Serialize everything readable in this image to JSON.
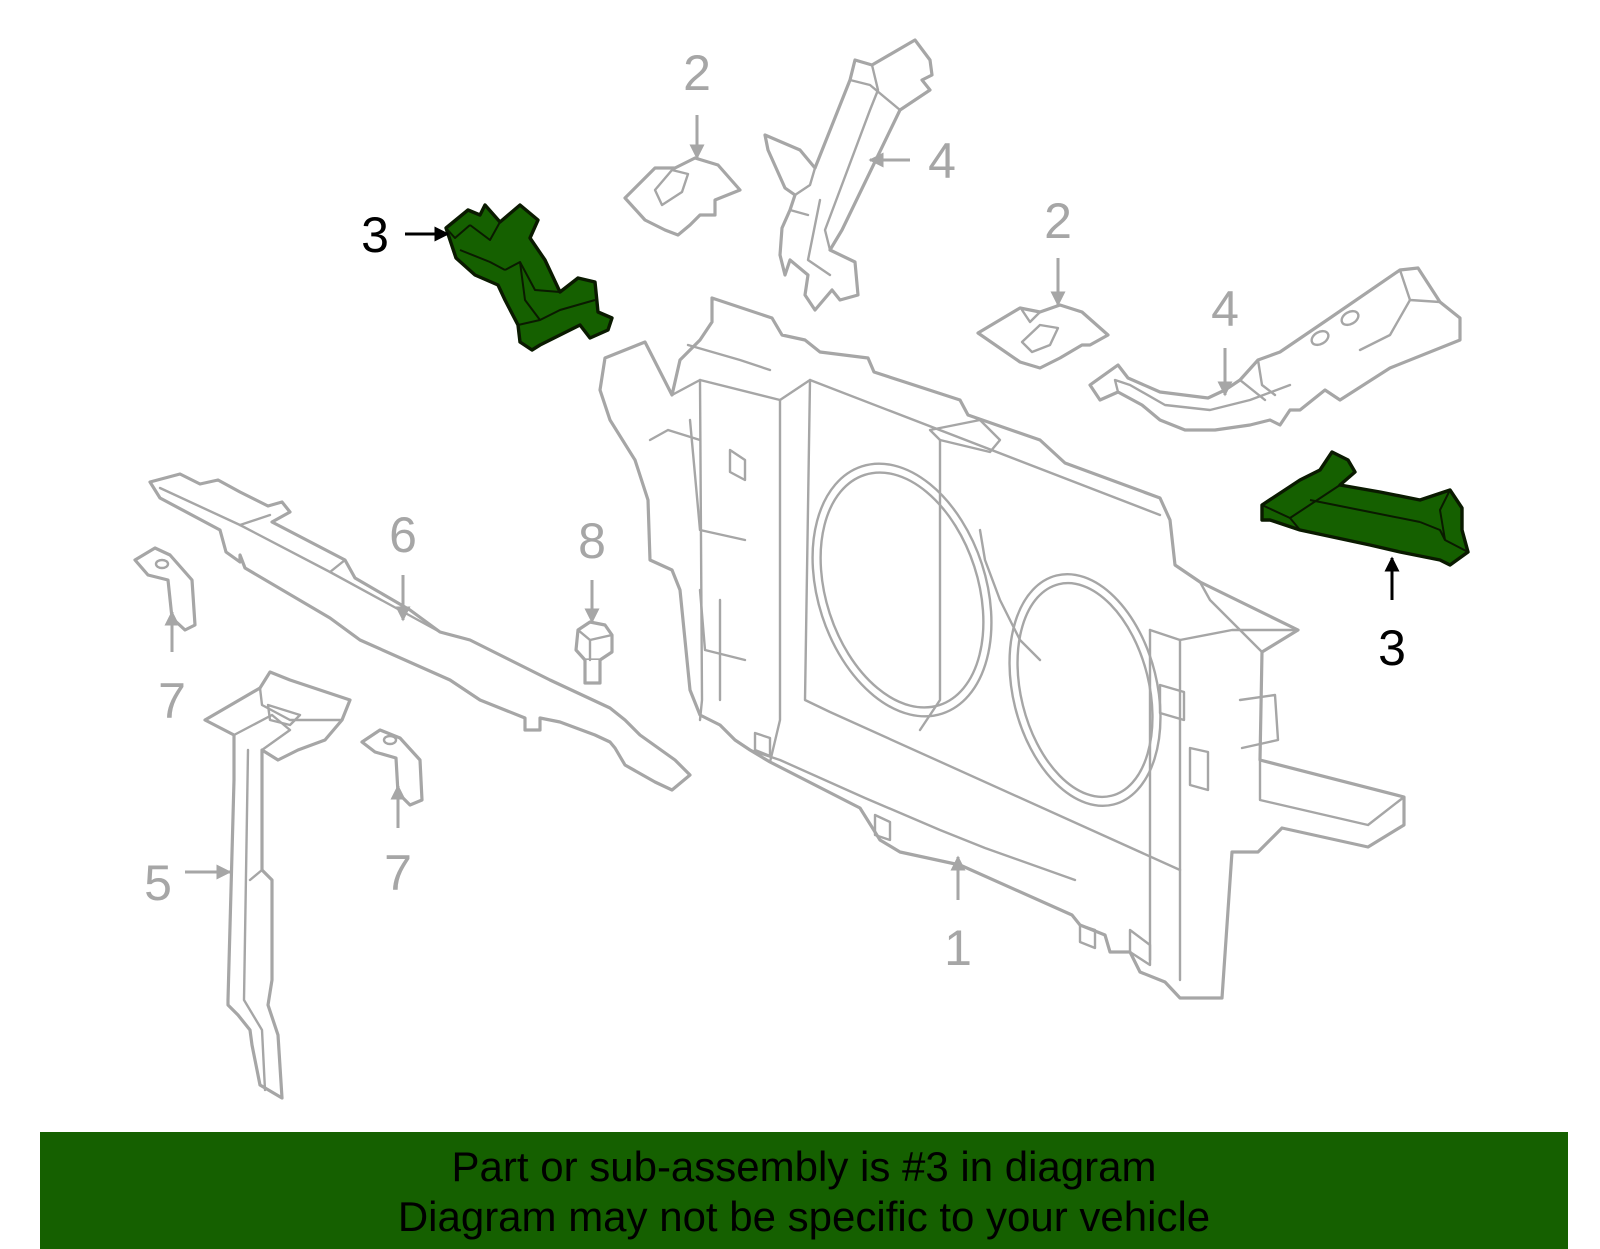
{
  "diagram": {
    "callouts": [
      {
        "id": "c2a",
        "text": "2",
        "highlighted": false
      },
      {
        "id": "c4a",
        "text": "4",
        "highlighted": false
      },
      {
        "id": "c3a",
        "text": "3",
        "highlighted": true
      },
      {
        "id": "c2b",
        "text": "2",
        "highlighted": false
      },
      {
        "id": "c4b",
        "text": "4",
        "highlighted": false
      },
      {
        "id": "c3b",
        "text": "3",
        "highlighted": true
      },
      {
        "id": "c6",
        "text": "6",
        "highlighted": false
      },
      {
        "id": "c8",
        "text": "8",
        "highlighted": false
      },
      {
        "id": "c7a",
        "text": "7",
        "highlighted": false
      },
      {
        "id": "c7b",
        "text": "7",
        "highlighted": false
      },
      {
        "id": "c5",
        "text": "5",
        "highlighted": false
      },
      {
        "id": "c1",
        "text": "1",
        "highlighted": false
      }
    ],
    "colors": {
      "highlight_fill": "#156000",
      "outline": "#a6a6a6",
      "banner_bg": "#156000"
    }
  },
  "banner": {
    "line1": "Part or sub-assembly is #3 in diagram",
    "line2": "Diagram may not be specific to your vehicle"
  }
}
